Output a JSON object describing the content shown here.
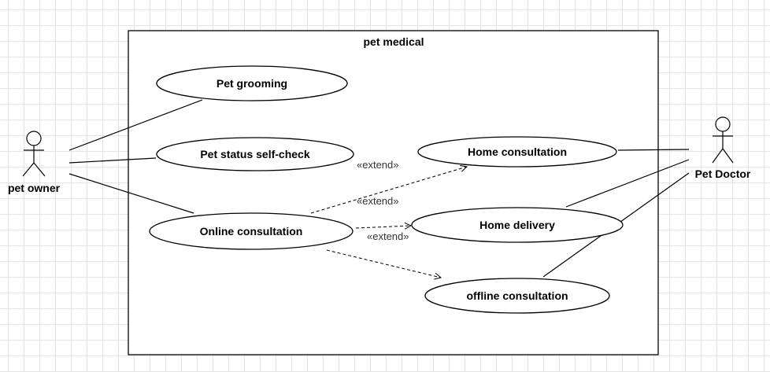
{
  "system": {
    "title": "pet medical"
  },
  "actors": {
    "owner": {
      "label": "pet owner"
    },
    "doctor": {
      "label": "Pet Doctor"
    }
  },
  "use_cases": {
    "grooming": "Pet grooming",
    "selfcheck": "Pet status self-check",
    "online": "Online consultation",
    "home": "Home consultation",
    "delivery": "Home delivery",
    "offline": "offline consultation"
  },
  "relations": {
    "extend_home": "«extend»",
    "extend_delivery": "«extend»",
    "extend_offline": "«extend»"
  }
}
